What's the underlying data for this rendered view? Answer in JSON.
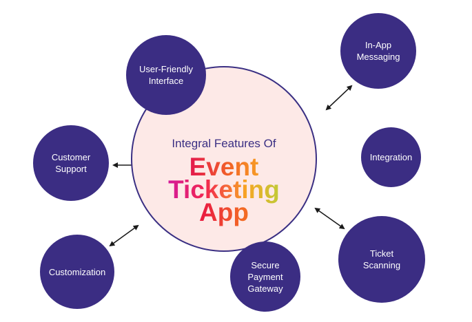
{
  "center": {
    "subtitle": "Integral Features Of",
    "title_line1": "Event",
    "title_line2": "Ticketing",
    "title_line3": "App"
  },
  "features": [
    {
      "line1": "User-Friendly",
      "line2": "Interface"
    },
    {
      "line1": "In-App",
      "line2": "Messaging"
    },
    {
      "line1": "Customer",
      "line2": "Support"
    },
    {
      "line1": "Integration",
      "line2": ""
    },
    {
      "line1": "Customization",
      "line2": ""
    },
    {
      "line1": "Secure",
      "line2": "Payment",
      "line3": "Gateway"
    },
    {
      "line1": "Ticket",
      "line2": "Scanning"
    }
  ],
  "colors": {
    "node_fill": "#3b2d83",
    "center_fill": "#fde9e7",
    "center_border": "#3a2f83",
    "arrow": "#1a1a1a"
  }
}
